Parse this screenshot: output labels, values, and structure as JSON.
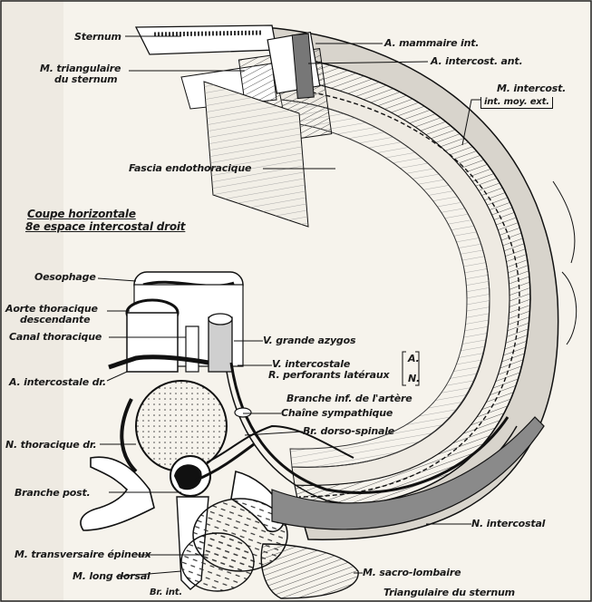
{
  "title": {
    "line1": "Coupe horizontale",
    "line2": "8e espace intercostal droit"
  },
  "labels": {
    "sternum": "Sternum",
    "m_triangulaire_1": "M. triangulaire",
    "m_triangulaire_2": "du sternum",
    "a_mammaire": "A. mammaire int.",
    "a_intercost_ant": "A. intercost. ant.",
    "m_intercost": "M. intercost.",
    "m_intercost_sub": "int. moy. ext.",
    "fascia": "Fascia endothoracique",
    "oesophage": "Oesophage",
    "aorte_1": "Aorte thoracique",
    "aorte_2": "descendante",
    "canal_thoracique": "Canal thoracique",
    "v_grande_azygos": "V. grande azygos",
    "a_intercostale_dr": "A. intercostale dr.",
    "v_intercostale": "V. intercostale",
    "r_perforants": "R. perforants latéraux",
    "bracket_a": "A.",
    "bracket_n": "N.",
    "branche_inf": "Branche inf. de l'artère",
    "chaine_sympathique": "Chaîne sympathique",
    "br_dorso_spinale": "Br. dorso-spinale",
    "n_thoracique_dr": "N. thoracique dr.",
    "branche_post": "Branche post.",
    "n_intercostal": "N. intercostal",
    "m_transversaire": "M. transversaire épineux",
    "m_sacro_lombaire": "M. sacro-lombaire",
    "m_long_dorsal": "M. long dorsal",
    "br_int": "Br. int.",
    "triangulaire_bottom": "Triangulaire du sternum"
  }
}
